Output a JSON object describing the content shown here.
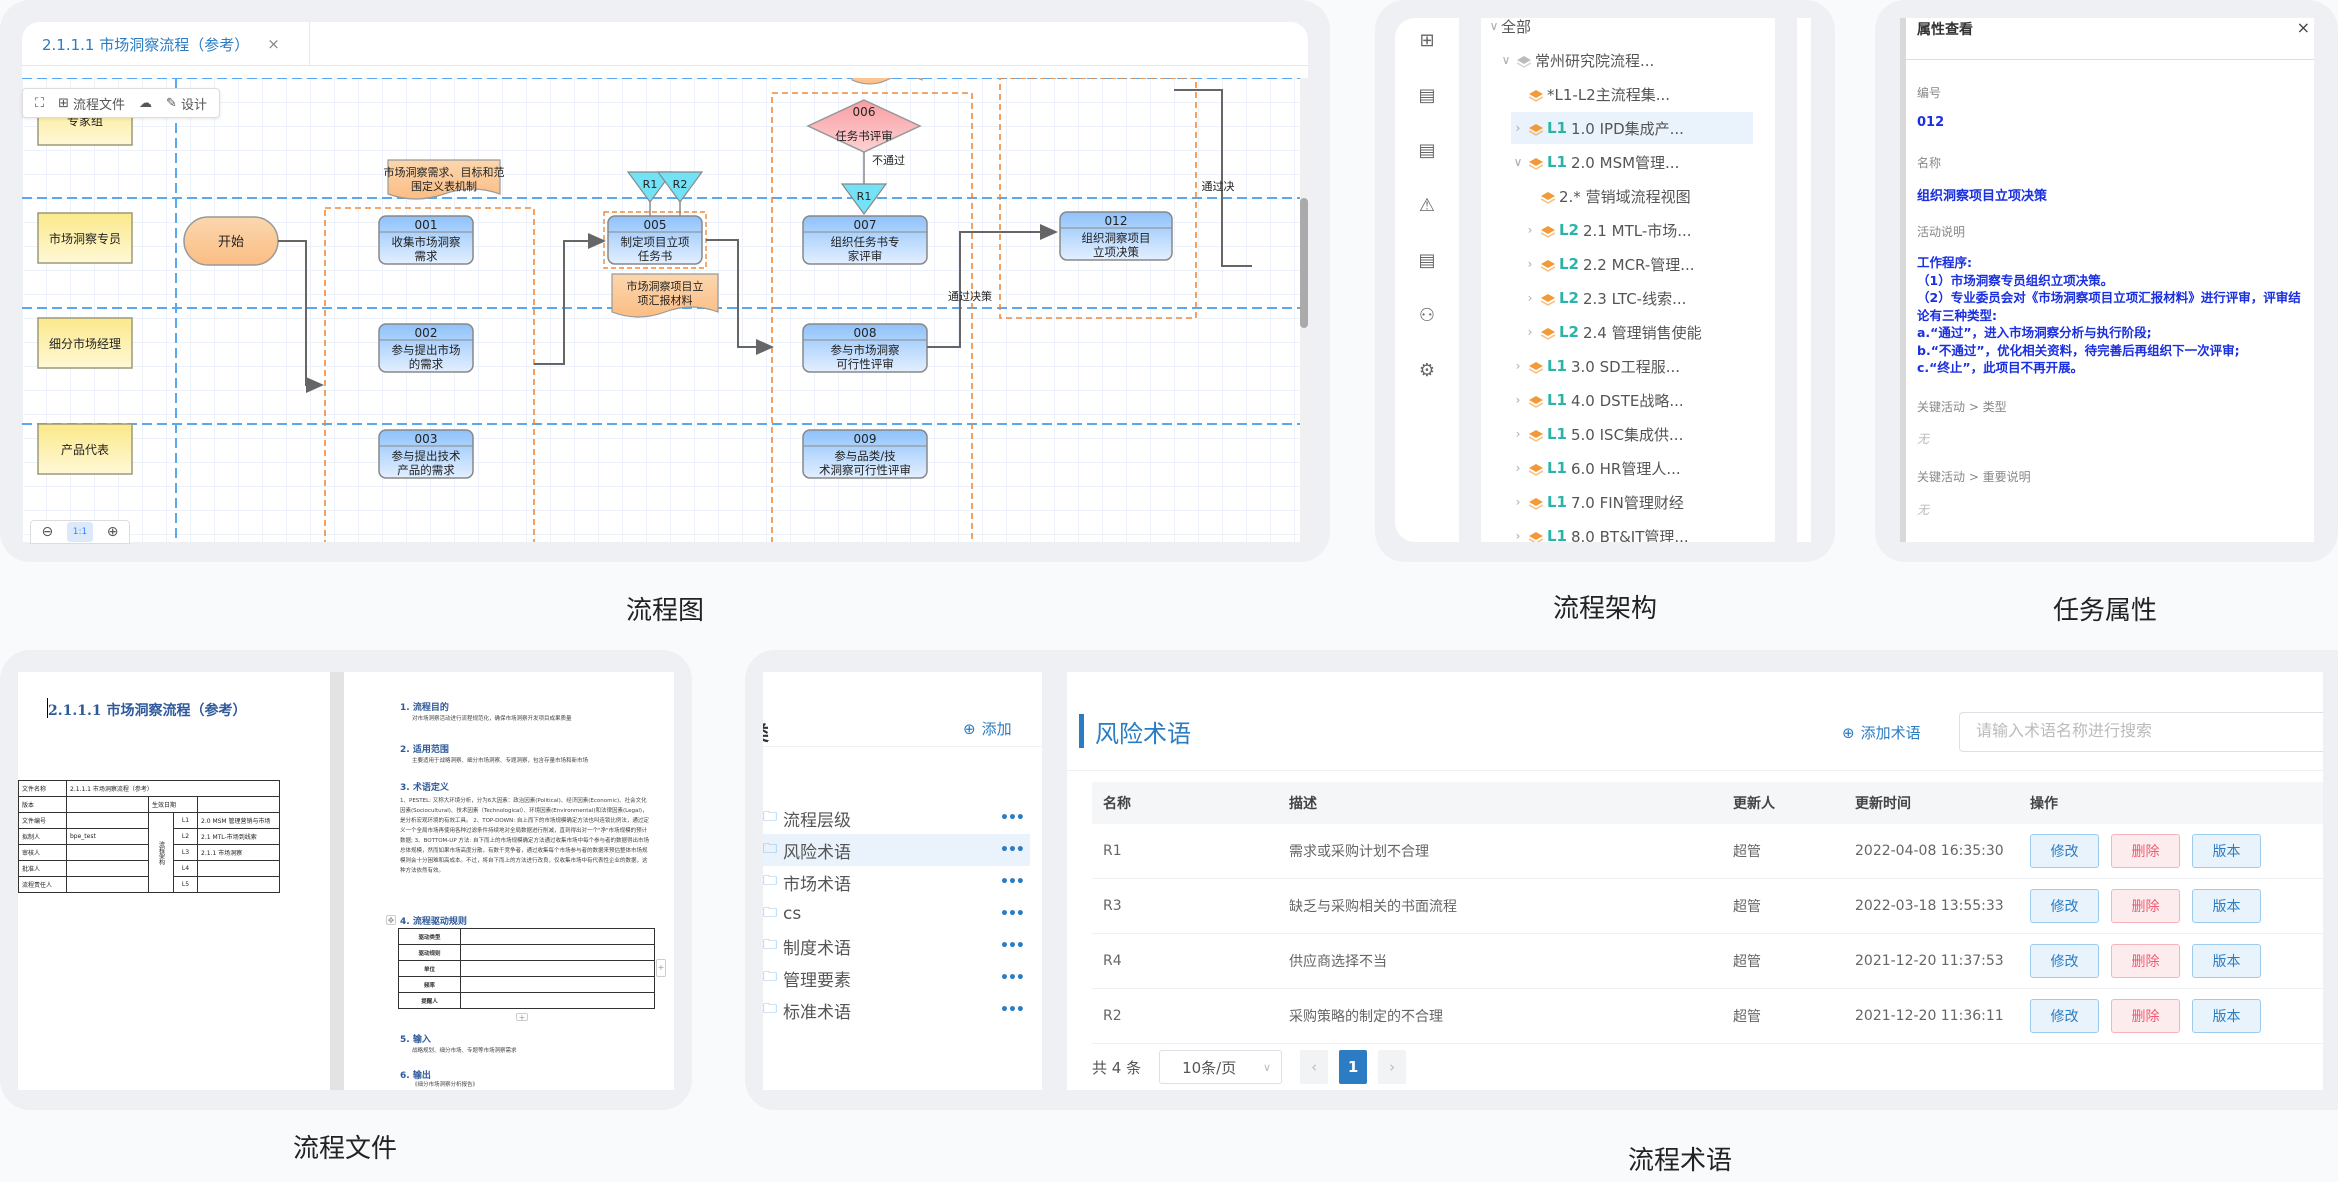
{
  "captions": {
    "flowchart": "流程图",
    "architecture": "流程架构",
    "properties": "任务属性",
    "document": "流程文件",
    "terms": "流程术语"
  },
  "flowchart": {
    "tab_title": "2.1.1.1 市场洞察流程（参考）",
    "tab_close": "×",
    "toolbar": {
      "fullscreen_icon": "expand-icon",
      "flow_file": "流程文件",
      "download_icon": "cloud-download-icon",
      "design": "设计"
    },
    "zoom": {
      "out": "zoom-out-icon",
      "fit": "1:1",
      "in": "zoom-in-icon"
    },
    "lanes": [
      "专家组",
      "市场洞察专员",
      "细分市场经理",
      "产品代表"
    ],
    "start": "开始",
    "activities": [
      {
        "id": "001",
        "name": "收集市场洞察需求"
      },
      {
        "id": "002",
        "name": "参与提出市场的需求"
      },
      {
        "id": "003",
        "name": "参与提出技术产品的需求"
      },
      {
        "id": "005",
        "name": "制定项目立项任务书"
      },
      {
        "id": "007",
        "name": "组织任务书专家评审"
      },
      {
        "id": "008",
        "name": "参与市场洞察可行性评审"
      },
      {
        "id": "009",
        "name": "参与品类/技术洞察可行性评审"
      },
      {
        "id": "012",
        "name": "组织洞察项目立项决策"
      }
    ],
    "decision": {
      "id": "006",
      "name": "任务书评审"
    },
    "documents": [
      "市场洞察需求、目标和范围定义表机制",
      "市场洞察项目立项汇报材料"
    ],
    "risks": [
      "R1",
      "R2",
      "R1"
    ],
    "edge_labels": {
      "reject": "不通过",
      "pass": "通过决策",
      "pass_clipped": "通过决"
    }
  },
  "architecture": {
    "side_icons": [
      "grid-icon",
      "doc-check-icon",
      "doc-approve-icon",
      "warning-icon",
      "doc-user-icon",
      "users-icon",
      "gear-icon"
    ],
    "tree": [
      {
        "label": "全部",
        "level": "",
        "caret": "down",
        "indent": 0,
        "icon": false
      },
      {
        "label": "常州研究院流程...",
        "level": "",
        "caret": "down",
        "indent": 1,
        "icon": "gray"
      },
      {
        "label": "*L1-L2主流程集...",
        "level": "",
        "caret": "",
        "indent": 2,
        "icon": "orange"
      },
      {
        "label": "1.0 IPD集成产...",
        "level": "L1",
        "caret": "right",
        "indent": 2,
        "icon": "orange",
        "selected": true
      },
      {
        "label": "2.0 MSM管理...",
        "level": "L1",
        "caret": "down",
        "indent": 2,
        "icon": "orange"
      },
      {
        "label": "2.* 营销域流程视图",
        "level": "",
        "caret": "",
        "indent": 3,
        "icon": "orange"
      },
      {
        "label": "2.1 MTL-市场...",
        "level": "L2",
        "caret": "right",
        "indent": 3,
        "icon": "orange"
      },
      {
        "label": "2.2 MCR-管理...",
        "level": "L2",
        "caret": "right",
        "indent": 3,
        "icon": "orange"
      },
      {
        "label": "2.3 LTC-线索...",
        "level": "L2",
        "caret": "right",
        "indent": 3,
        "icon": "orange"
      },
      {
        "label": "2.4 管理销售使能",
        "level": "L2",
        "caret": "right",
        "indent": 3,
        "icon": "orange"
      },
      {
        "label": "3.0 SD工程服...",
        "level": "L1",
        "caret": "right",
        "indent": 2,
        "icon": "orange"
      },
      {
        "label": "4.0 DSTE战略...",
        "level": "L1",
        "caret": "right",
        "indent": 2,
        "icon": "orange"
      },
      {
        "label": "5.0 ISC集成供...",
        "level": "L1",
        "caret": "right",
        "indent": 2,
        "icon": "orange"
      },
      {
        "label": "6.0 HR管理人...",
        "level": "L1",
        "caret": "right",
        "indent": 2,
        "icon": "orange"
      },
      {
        "label": "7.0 FIN管理财经",
        "level": "L1",
        "caret": "right",
        "indent": 2,
        "icon": "orange"
      },
      {
        "label": "8.0 BT&IT管理...",
        "level": "L1",
        "caret": "right",
        "indent": 2,
        "icon": "orange"
      }
    ]
  },
  "properties": {
    "title": "属性查看",
    "close": "×",
    "id_label": "编号",
    "id_value": "012",
    "name_label": "名称",
    "name_value": "组织洞察项目立项决策",
    "desc_label": "活动说明",
    "desc_lines": [
      " 工作程序:",
      " （1）市场洞察专员组织立项决策。",
      " （2）专业委员会对《市场洞察项目立项汇报材料》进行评审，评审结论有三种类型:",
      "a.“通过”，进入市场洞察分析与执行阶段;",
      "b.“不通过”，优化相关资料，待完善后再组织下一次评审;",
      "c.“终止”，此项目不再开展。"
    ],
    "type_label": "关键活动 > 类型",
    "type_value": "无",
    "note_label": "关键活动 > 重要说明",
    "note_value": "无"
  },
  "document": {
    "title": "2.1.1.1  市场洞察流程（参考）",
    "meta": {
      "file_name_label": "文件名称",
      "file_name": "2.1.1.1 市场洞察流程（参考）",
      "version_label": "版本",
      "effective_label": "生效日期",
      "file_no_label": "文件编号",
      "arch_label": "流程架构",
      "author_label": "拟制人",
      "author": "bpe_test",
      "reviewer_label": "审核人",
      "approver_label": "批准人",
      "owner_label": "流程责任人",
      "levels": [
        {
          "lv": "L1",
          "val": "2.0 MSM 管理营销与市场"
        },
        {
          "lv": "L2",
          "val": "2.1 MTL-市场到线索"
        },
        {
          "lv": "L3",
          "val": "2.1.1  市场洞察"
        },
        {
          "lv": "L4",
          "val": ""
        },
        {
          "lv": "L5",
          "val": ""
        }
      ]
    },
    "sections": [
      {
        "h": "1. 流程目的",
        "p": "对市场洞察活动进行流程规范化，确保市场洞察开发项目成果质量"
      },
      {
        "h": "2. 适用范围",
        "p": "主要适用于战略洞察、细分市场洞察、专题洞察，包含存量市场和新市场"
      },
      {
        "h": "3. 术语定义",
        "p": "1、PESTEL: 又称大环境分析，分为6大因素：政治因素(Political)、经济因素(Economic)、社会文化因素(Sociocultural)、技术因素（Technological）、环境因素(Environmental)和法律因素(Legal)，是分析宏观环境的有效工具。 2、TOP-DOWN: 自上而下的市场规模确定方法也叫连锁比例法，通过定义一个全局市场再使用各种过滤条件持续地对全局数据进行削减，直到得出对一个\"净\"市场规模的预计数据; 3、BOTTOM-UP 方法: 自下而上的市场规模确定方法通过收集市场中每个参与者的数据得出市场总体规模，然而如果市场高度分散，有数千竞争者，通过收集每个市场参与者的数据来预估整体市场规模则会十分困难和高成本。不过，将自下而上的方法进行改良，仅收集市场中有代表性企业的数据，这种方法依然有效。"
      },
      {
        "h": "4. 流程驱动规则",
        "p": ""
      },
      {
        "h": "5. 输入",
        "p": "战略规划、细分市场、专题等市场洞察需求"
      },
      {
        "h": "6. 输出",
        "p": "《细分市场洞察分析报告》"
      }
    ],
    "rule_rows": [
      "驱动类型",
      "驱动规则",
      "单位",
      "频率",
      "提醒人"
    ]
  },
  "terms": {
    "category_title": "分类",
    "category_add": "添加",
    "categories": [
      "流程层级",
      "风险术语",
      "市场术语",
      "cs",
      "制度术语",
      "管理要素",
      "标准术语"
    ],
    "selected_category": 1,
    "title": "风险术语",
    "add_label": "添加术语",
    "search_placeholder": "请输入术语名称进行搜索",
    "columns": [
      "名称",
      "描述",
      "更新人",
      "更新时间",
      "操作"
    ],
    "rows": [
      {
        "name": "R1",
        "desc": "需求或采购计划不合理",
        "user": "超管",
        "time": "2022-04-08 16:35:30"
      },
      {
        "name": "R3",
        "desc": "缺乏与采购相关的书面流程",
        "user": "超管",
        "time": "2022-03-18 13:55:33"
      },
      {
        "name": "R4",
        "desc": "供应商选择不当",
        "user": "超管",
        "time": "2021-12-20 11:37:53"
      },
      {
        "name": "R2",
        "desc": "采购策略的制定的不合理",
        "user": "超管",
        "time": "2021-12-20 11:36:11"
      }
    ],
    "ops": {
      "edit": "修改",
      "delete": "删除",
      "version": "版本"
    },
    "pager": {
      "total": "共 4 条",
      "page_size": "10条/页",
      "prev": "‹",
      "current": "1",
      "next": "›"
    }
  }
}
